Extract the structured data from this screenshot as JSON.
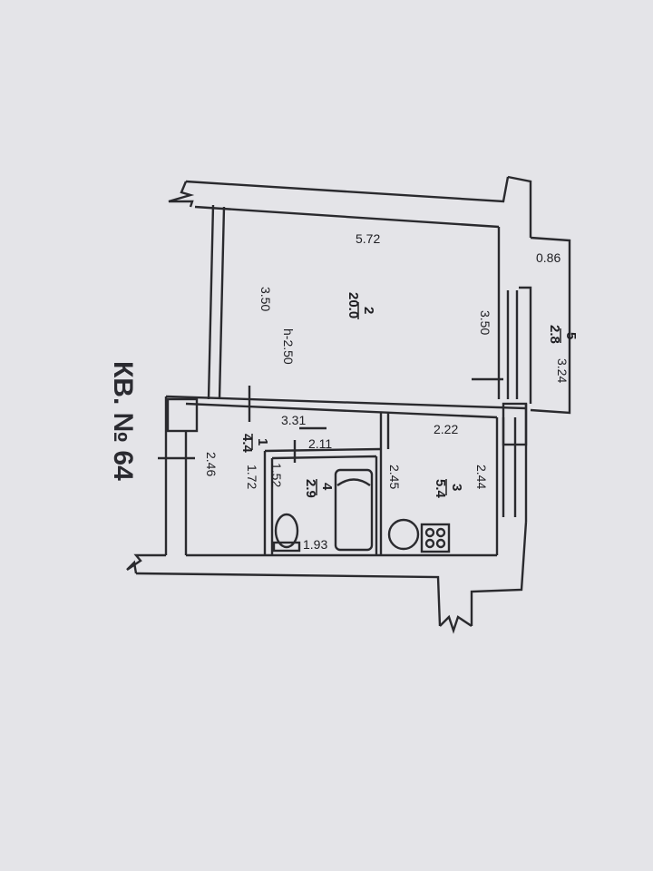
{
  "title": "КВ. № 64",
  "rooms": [
    {
      "number": "1",
      "area": "4.4"
    },
    {
      "number": "2",
      "area": "20.0"
    },
    {
      "number": "3",
      "area": "5.4"
    },
    {
      "number": "4",
      "area": "2.9"
    },
    {
      "number": "5",
      "area": "2.8"
    }
  ],
  "ceiling_height": "h-2.50",
  "dimensions": {
    "room2_length": "5.72",
    "room2_width_left": "3.50",
    "room2_width_right": "3.50",
    "balcony_depth": "0.86",
    "balcony_length": "3.24",
    "hall_length": "3.31",
    "hall_width": "2.46",
    "bath_partition": "1.72",
    "bath_length": "2.11",
    "bath_width": "1.52",
    "bath_inner": "1.93",
    "kitchen_length": "2.22",
    "kitchen_width_left": "2.45",
    "kitchen_width_right": "2.44"
  }
}
